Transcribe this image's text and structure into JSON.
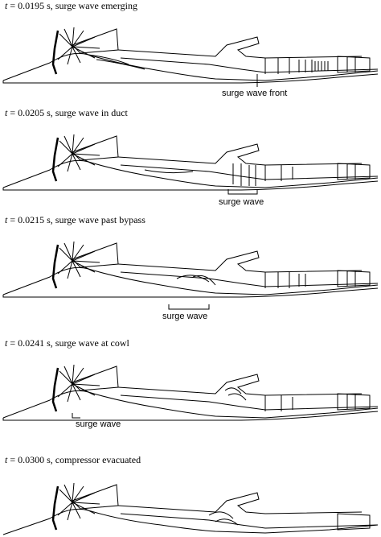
{
  "panels": [
    {
      "t_symbol": "t",
      "caption": " = 0.0195 s, surge wave emerging",
      "annotation": "surge wave front",
      "bracket": false
    },
    {
      "t_symbol": "t",
      "caption": " = 0.0205 s, surge wave in duct",
      "annotation": "surge wave",
      "bracket": true
    },
    {
      "t_symbol": "t",
      "caption": " = 0.0215 s, surge wave past bypass",
      "annotation": "surge wave",
      "bracket": true
    },
    {
      "t_symbol": "t",
      "caption": " = 0.0241 s, surge wave at cowl",
      "annotation": "surge wave",
      "bracket": true
    },
    {
      "t_symbol": "t",
      "caption": " = 0.0300 s, compressor evacuated",
      "annotation": "",
      "bracket": false
    }
  ]
}
